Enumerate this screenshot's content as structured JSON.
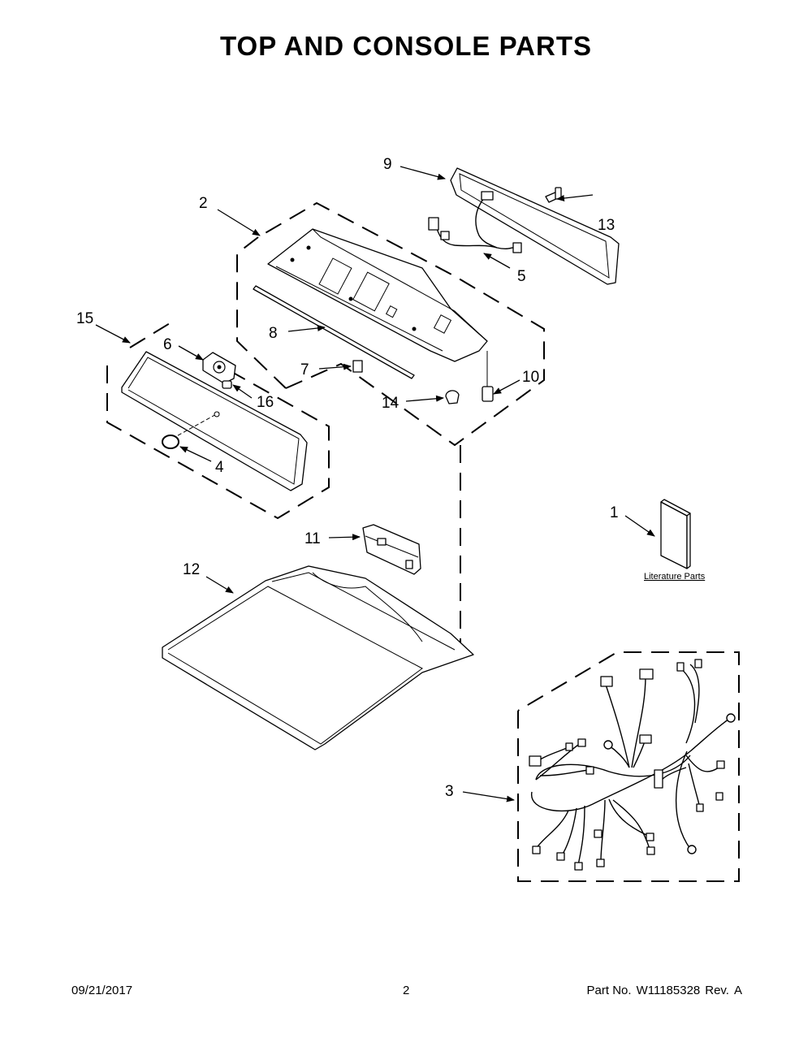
{
  "page": {
    "title": "TOP AND CONSOLE PARTS"
  },
  "callouts": [
    {
      "key": "c1",
      "label": "1"
    },
    {
      "key": "c2",
      "label": "2"
    },
    {
      "key": "c3",
      "label": "3"
    },
    {
      "key": "c4",
      "label": "4"
    },
    {
      "key": "c5",
      "label": "5"
    },
    {
      "key": "c6",
      "label": "6"
    },
    {
      "key": "c7",
      "label": "7"
    },
    {
      "key": "c8",
      "label": "8"
    },
    {
      "key": "c9",
      "label": "9"
    },
    {
      "key": "c10",
      "label": "10"
    },
    {
      "key": "c11",
      "label": "11"
    },
    {
      "key": "c12",
      "label": "12"
    },
    {
      "key": "c13",
      "label": "13"
    },
    {
      "key": "c14",
      "label": "14"
    },
    {
      "key": "c15",
      "label": "15"
    },
    {
      "key": "c16",
      "label": "16"
    }
  ],
  "literature": {
    "label": "Literature Parts"
  },
  "footer": {
    "date": "09/21/2017",
    "page_number": "2",
    "part_no_label": "Part No.",
    "part_no": "W11185328",
    "rev_label": "Rev.",
    "rev": "A"
  }
}
